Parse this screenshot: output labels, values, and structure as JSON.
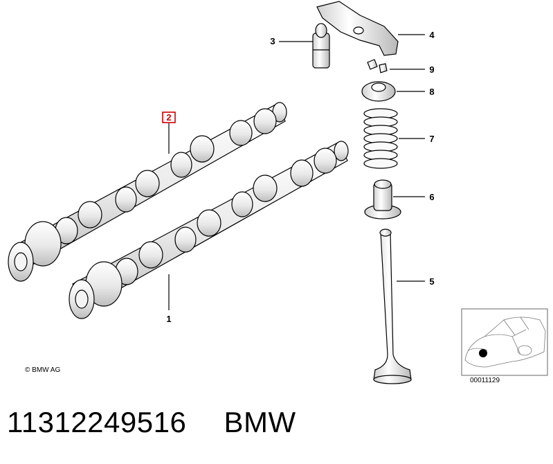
{
  "callouts": {
    "c1": "1",
    "c2": "2",
    "c3": "3",
    "c4": "4",
    "c5": "5",
    "c6": "6",
    "c7": "7",
    "c8": "8",
    "c9": "9"
  },
  "copyright": "© BMW AG",
  "inset_code": "00011129",
  "caption": {
    "part_number": "11312249516",
    "brand": "BMW"
  },
  "colors": {
    "highlight_box": "#cc0000",
    "line": "#000000"
  }
}
